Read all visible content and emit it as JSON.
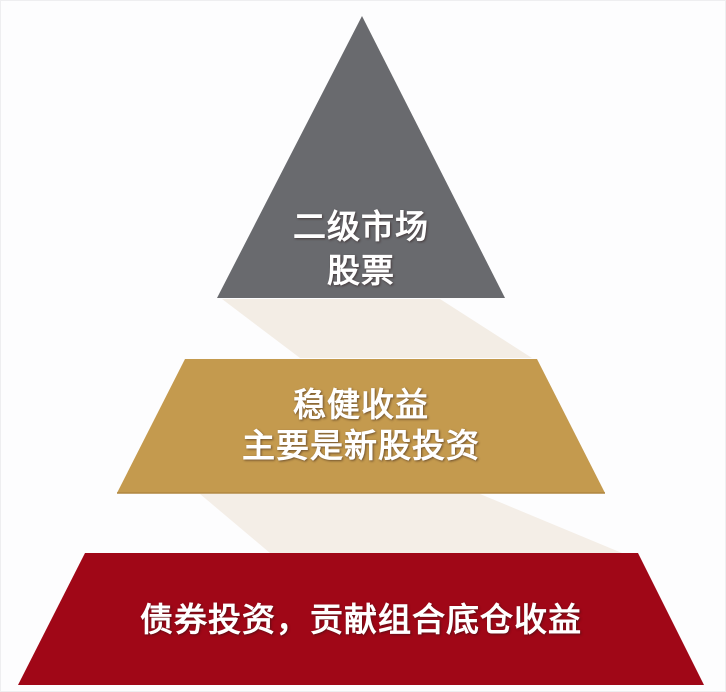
{
  "diagram": {
    "type": "pyramid",
    "tiers": [
      {
        "level": "top",
        "shape": "triangle",
        "color": "#696A6E",
        "lines": [
          "二级市场",
          "股票"
        ]
      },
      {
        "level": "middle",
        "shape": "trapezoid",
        "color": "#C49A4E",
        "lines": [
          "稳健收益",
          "主要是新股投资"
        ]
      },
      {
        "level": "bottom",
        "shape": "trapezoid",
        "color": "#A00717",
        "lines": [
          "债券投资，贡献组合底仓收益"
        ]
      }
    ],
    "shadow_color": "#F3EDE5",
    "text_color": "#FFFFFF"
  }
}
